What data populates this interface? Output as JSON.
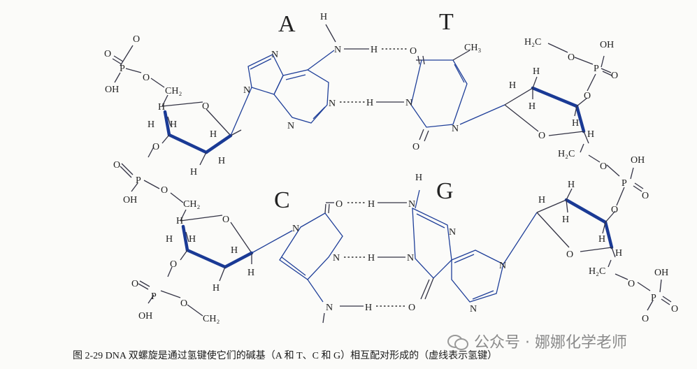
{
  "bases": {
    "A": "A",
    "T": "T",
    "C": "C",
    "G": "G"
  },
  "atoms": {
    "O": "O",
    "OH": "OH",
    "P": "P",
    "H": "H",
    "N": "N",
    "CH2": "CH₂",
    "H2C": "H₂C",
    "CH3": "CH₃"
  },
  "caption": {
    "figure_no": "图 2-29",
    "text": "DNA 双螺旋是通过氢键使它们的碱基（A 和 T、C 和 G）相互配对形成的（虚线表示氢键）"
  },
  "watermark": {
    "text": "公众号 · 娜娜化学老师",
    "icon": "wechat-icon"
  }
}
